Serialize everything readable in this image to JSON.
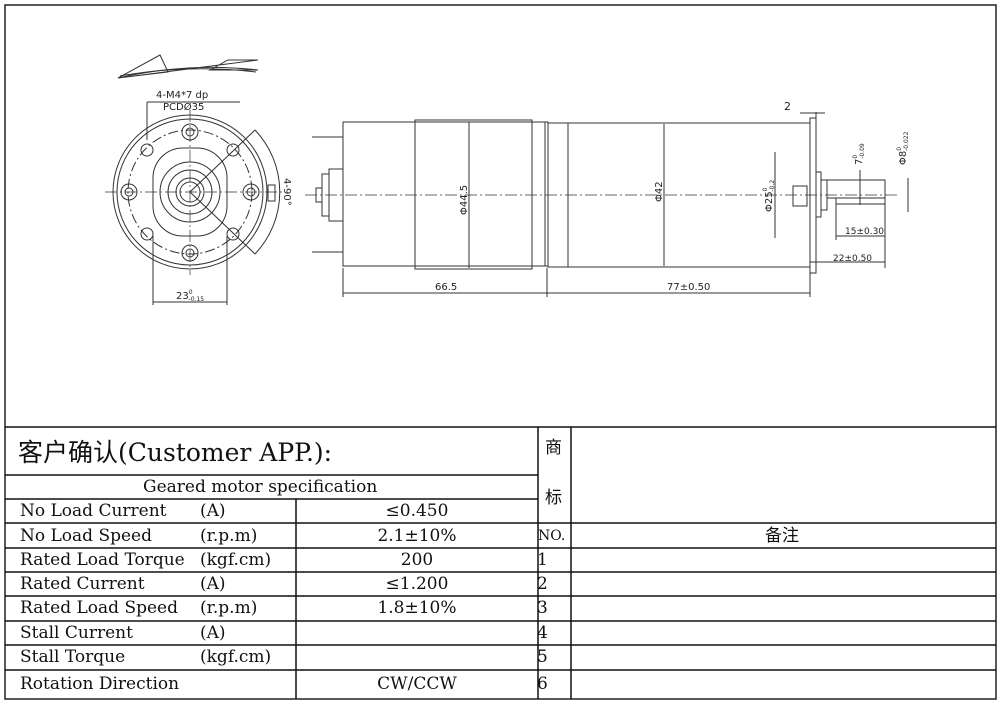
{
  "drawing": {
    "front_view": {
      "hole_callout": "4-M4*7 dp",
      "pcd_callout": "PCDØ35",
      "angle_callout": "4-90°",
      "width_dim": "23",
      "width_tol_upper": "0",
      "width_tol_lower": "-0.15"
    },
    "side_view": {
      "gearbox_dia": "Φ44.5",
      "motor_dia": "Φ42",
      "gearbox_length": "66.5",
      "motor_length": "77±0.50",
      "flange_thickness": "2",
      "boss_dia": "Φ25",
      "boss_tol_upper": "0",
      "boss_tol_lower": "-0.2",
      "flat_dim": "7",
      "flat_tol_upper": "0",
      "flat_tol_lower": "-0.09",
      "shaft_dia": "Φ8",
      "shaft_tol_upper": "0",
      "shaft_tol_lower": "-0.022",
      "flat_length": "15±0.30",
      "shaft_length": "22±0.50"
    }
  },
  "title_block": {
    "customer_app": "客户确认(Customer APP.):",
    "spec_title": "Geared motor specification",
    "trademark_1": "商",
    "trademark_2": "标",
    "no_header": "NO.",
    "remarks_header": "备注",
    "specs": [
      {
        "name": "No Load Current",
        "unit": "(A)",
        "value": "≤0.450"
      },
      {
        "name": "No Load Speed",
        "unit": "(r.p.m)",
        "value": "2.1±10%"
      },
      {
        "name": "Rated Load Torque",
        "unit": "(kgf.cm)",
        "value": "200"
      },
      {
        "name": "Rated Current",
        "unit": "(A)",
        "value": "≤1.200"
      },
      {
        "name": "Rated Load Speed",
        "unit": "(r.p.m)",
        "value": "1.8±10%"
      },
      {
        "name": "Stall Current",
        "unit": "(A)",
        "value": ""
      },
      {
        "name": "Stall Torque",
        "unit": "(kgf.cm)",
        "value": ""
      },
      {
        "name": "Rotation Direction",
        "unit": "",
        "value": "CW/CCW"
      }
    ],
    "notes_numbers": [
      "1",
      "2",
      "3",
      "4",
      "5",
      "6"
    ]
  }
}
